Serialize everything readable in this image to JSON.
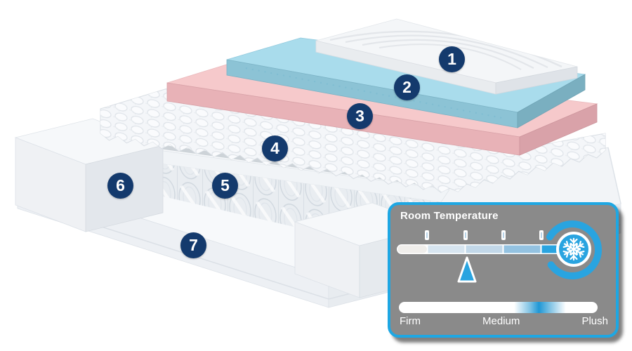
{
  "page": {
    "background_color": "#ffffff"
  },
  "diagram": {
    "badge_color": "#143a6d",
    "layers": [
      {
        "number": "1"
      },
      {
        "number": "2"
      },
      {
        "number": "3"
      },
      {
        "number": "4"
      },
      {
        "number": "5"
      },
      {
        "number": "6"
      },
      {
        "number": "7"
      }
    ],
    "layer_colors": {
      "quilted_cover": "#f4f6f8",
      "cooling_layer": "#a9dcec",
      "memory_foam": "#f6c9cb",
      "egg_crate_foam": "#f4f6f9",
      "pocket_springs": "#e9edf1",
      "edge_support": "#f6f7f9",
      "base_foam": "#edf0f4"
    }
  },
  "panel": {
    "title": "Room Temperature",
    "background_color": "#8a8a8a",
    "border_color": "#1ea7e3",
    "accent_color": "#29a4e0",
    "temperature_gauge": {
      "icon": "snowflake",
      "tick_count": 4,
      "segment_colors": [
        "#f0eeeb",
        "#d7e5f0",
        "#c2d8e9",
        "#93c2e1",
        "#29a4e0"
      ],
      "pointer_position_pct": 40
    },
    "firmness_scale": {
      "labels": [
        "Firm",
        "Medium",
        "Plush"
      ],
      "indicator_position_pct": 70
    }
  }
}
